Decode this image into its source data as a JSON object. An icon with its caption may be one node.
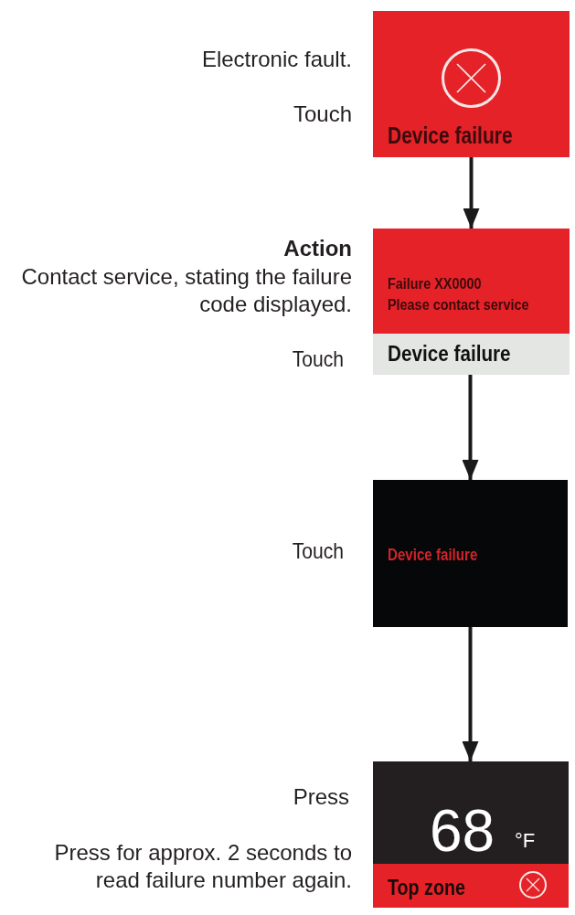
{
  "diagram": {
    "nodes": [
      {
        "text": [
          "Device failure"
        ],
        "beside": [
          "Electronic fault.",
          "Touch"
        ]
      },
      {
        "text": [
          "Failure XX0000",
          "Please contact service",
          "Device failure"
        ],
        "beside": [
          "Action",
          "Contact service, stating the failure code displayed.",
          "Touch"
        ]
      },
      {
        "text": [
          "Device failure"
        ],
        "beside": [
          "Touch"
        ]
      },
      {
        "text": [
          "68",
          "°F",
          "Top zone"
        ],
        "beside": [
          "Press",
          "Press for approx. 2 seconds to read failure number again."
        ]
      }
    ],
    "edges": [
      {
        "from": 0,
        "to": 1,
        "arrow": "to"
      },
      {
        "from": 1,
        "to": 2,
        "arrow": "to"
      },
      {
        "from": 2,
        "to": 3,
        "arrow": "to"
      }
    ]
  }
}
